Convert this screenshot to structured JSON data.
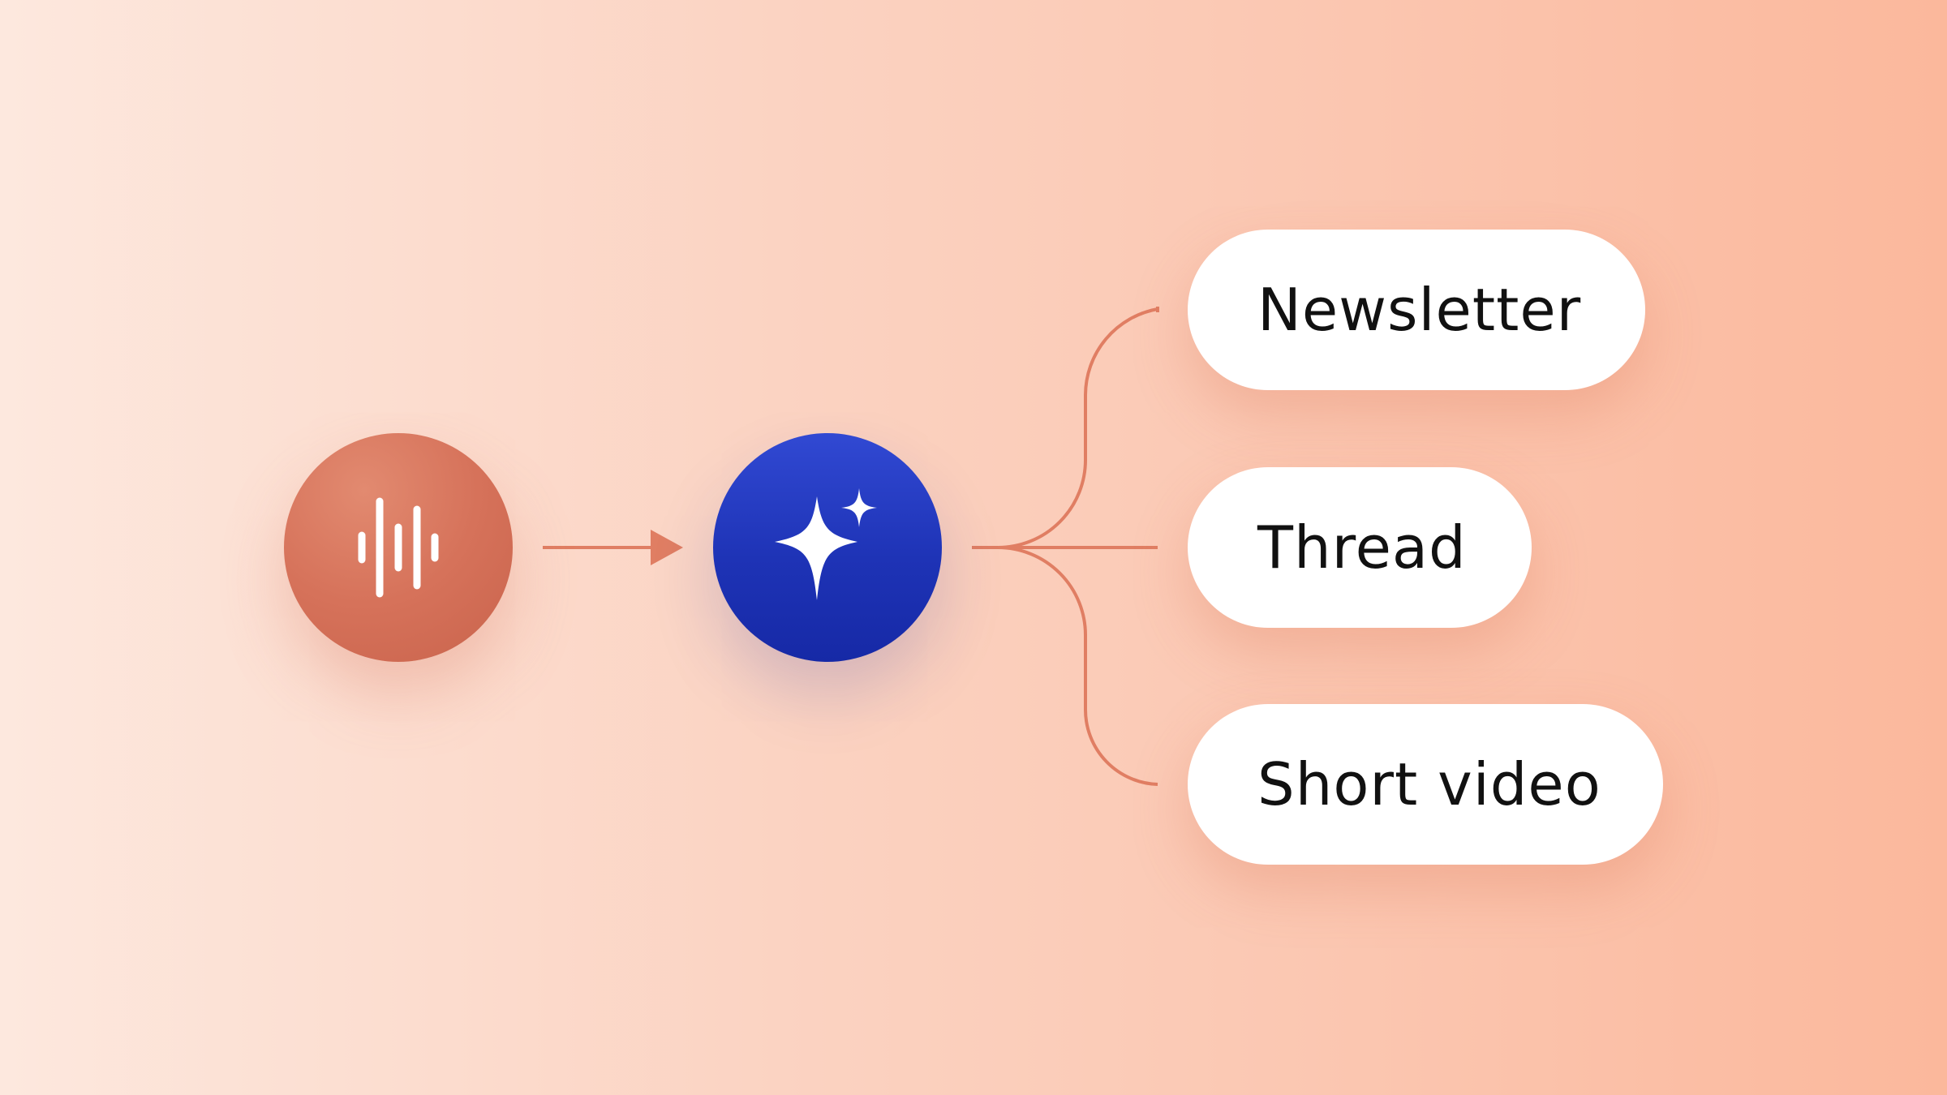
{
  "diagram": {
    "nodes": [
      {
        "id": "audio",
        "icon": "audio-waveform-icon",
        "color": "#d6725a"
      },
      {
        "id": "ai",
        "icon": "sparkle-icon",
        "color": "#1f35b8"
      }
    ],
    "outputs": [
      {
        "label": "Newsletter"
      },
      {
        "label": "Thread"
      },
      {
        "label": "Short video"
      }
    ],
    "connector_color": "#e07e63"
  }
}
